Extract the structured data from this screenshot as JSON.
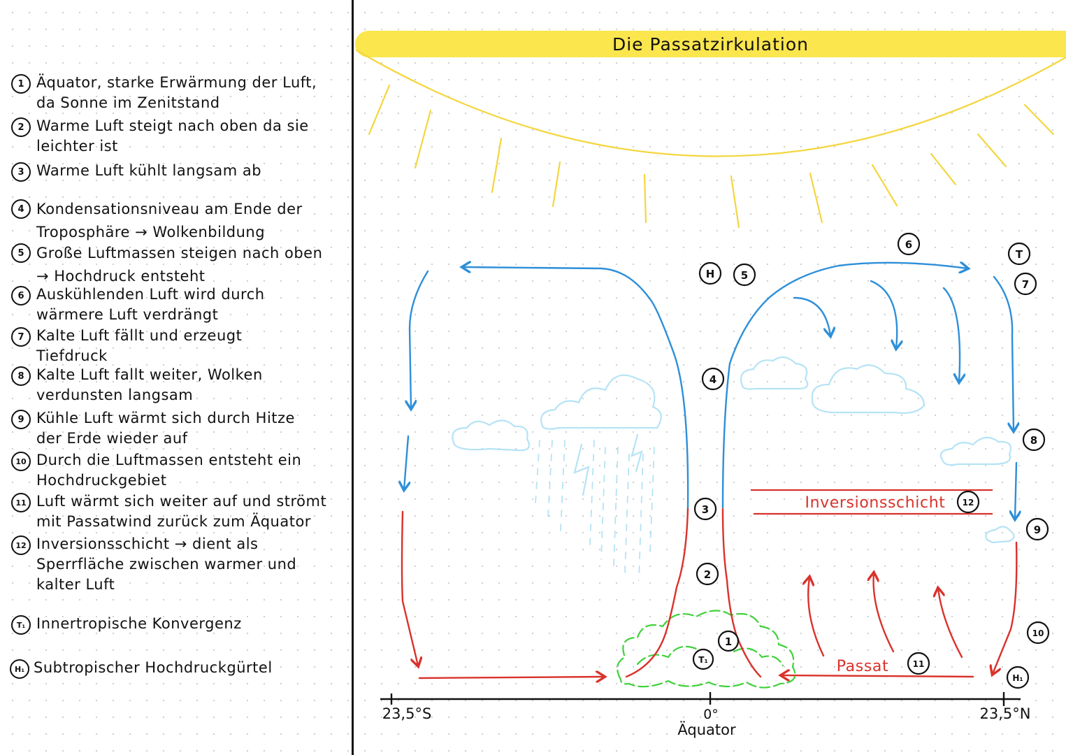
{
  "title": "Die Passatzirkulation",
  "legend": [
    {
      "marker": "1",
      "text": "Äquator, starke Erwärmung der Luft,\nda Sonne im Zenitstand"
    },
    {
      "marker": "2",
      "text": "Warme Luft steigt nach oben da sie\nleichter ist"
    },
    {
      "marker": "3",
      "text": "Warme Luft kühlt langsam ab"
    },
    {
      "marker": "4",
      "text": "Kondensationsniveau am Ende der\nTroposphäre → Wolkenbildung"
    },
    {
      "marker": "5",
      "text": "Große Luftmassen steigen nach oben\n→ Hochdruck entsteht"
    },
    {
      "marker": "6",
      "text": "Auskühlenden Luft wird durch\nwärmere Luft verdrängt"
    },
    {
      "marker": "7",
      "text": "Kalte Luft fällt und erzeugt\nTiefdruck"
    },
    {
      "marker": "8",
      "text": "Kalte Luft fallt weiter, Wolken\nverdunsten langsam"
    },
    {
      "marker": "9",
      "text": "Kühle Luft wärmt sich durch Hitze\nder Erde wieder auf"
    },
    {
      "marker": "10",
      "text": "Durch die Luftmassen entsteht ein\nHochdruckgebiet"
    },
    {
      "marker": "11",
      "text": "Luft wärmt sich weiter auf und strömt\nmit Passatwind zurück zum Äquator"
    },
    {
      "marker": "12",
      "text": "Inversionsschicht → dient als\nSperrfläche zwischen warmer und\nkalter Luft"
    },
    {
      "marker": "T₁",
      "text": "Innertropische Konvergenz"
    },
    {
      "marker": "H₁",
      "text": "Subtropischer Hochdruckgürtel"
    }
  ],
  "diagram": {
    "inversion_label": "Inversionsschicht",
    "passat_label": "Passat",
    "axis": {
      "left": "23,5°S",
      "center": "0°",
      "right": "23,5°N",
      "caption": "Äquator"
    },
    "markers": {
      "m1": "1",
      "m2": "2",
      "m3": "3",
      "m4": "4",
      "m5": "5",
      "m6": "6",
      "m7": "7",
      "m8": "8",
      "m9": "9",
      "m10": "10",
      "m11": "11",
      "m12": "12",
      "h_top": "H",
      "t_top": "T",
      "t1": "T₁",
      "h1": "H₁"
    }
  },
  "colors": {
    "warm": "#d9322b",
    "cold": "#2d8fd8",
    "cloud": "#b5e3f5",
    "vegetation": "#3fd13a",
    "sun": "#f4d63e",
    "banner": "#fbe64d"
  }
}
